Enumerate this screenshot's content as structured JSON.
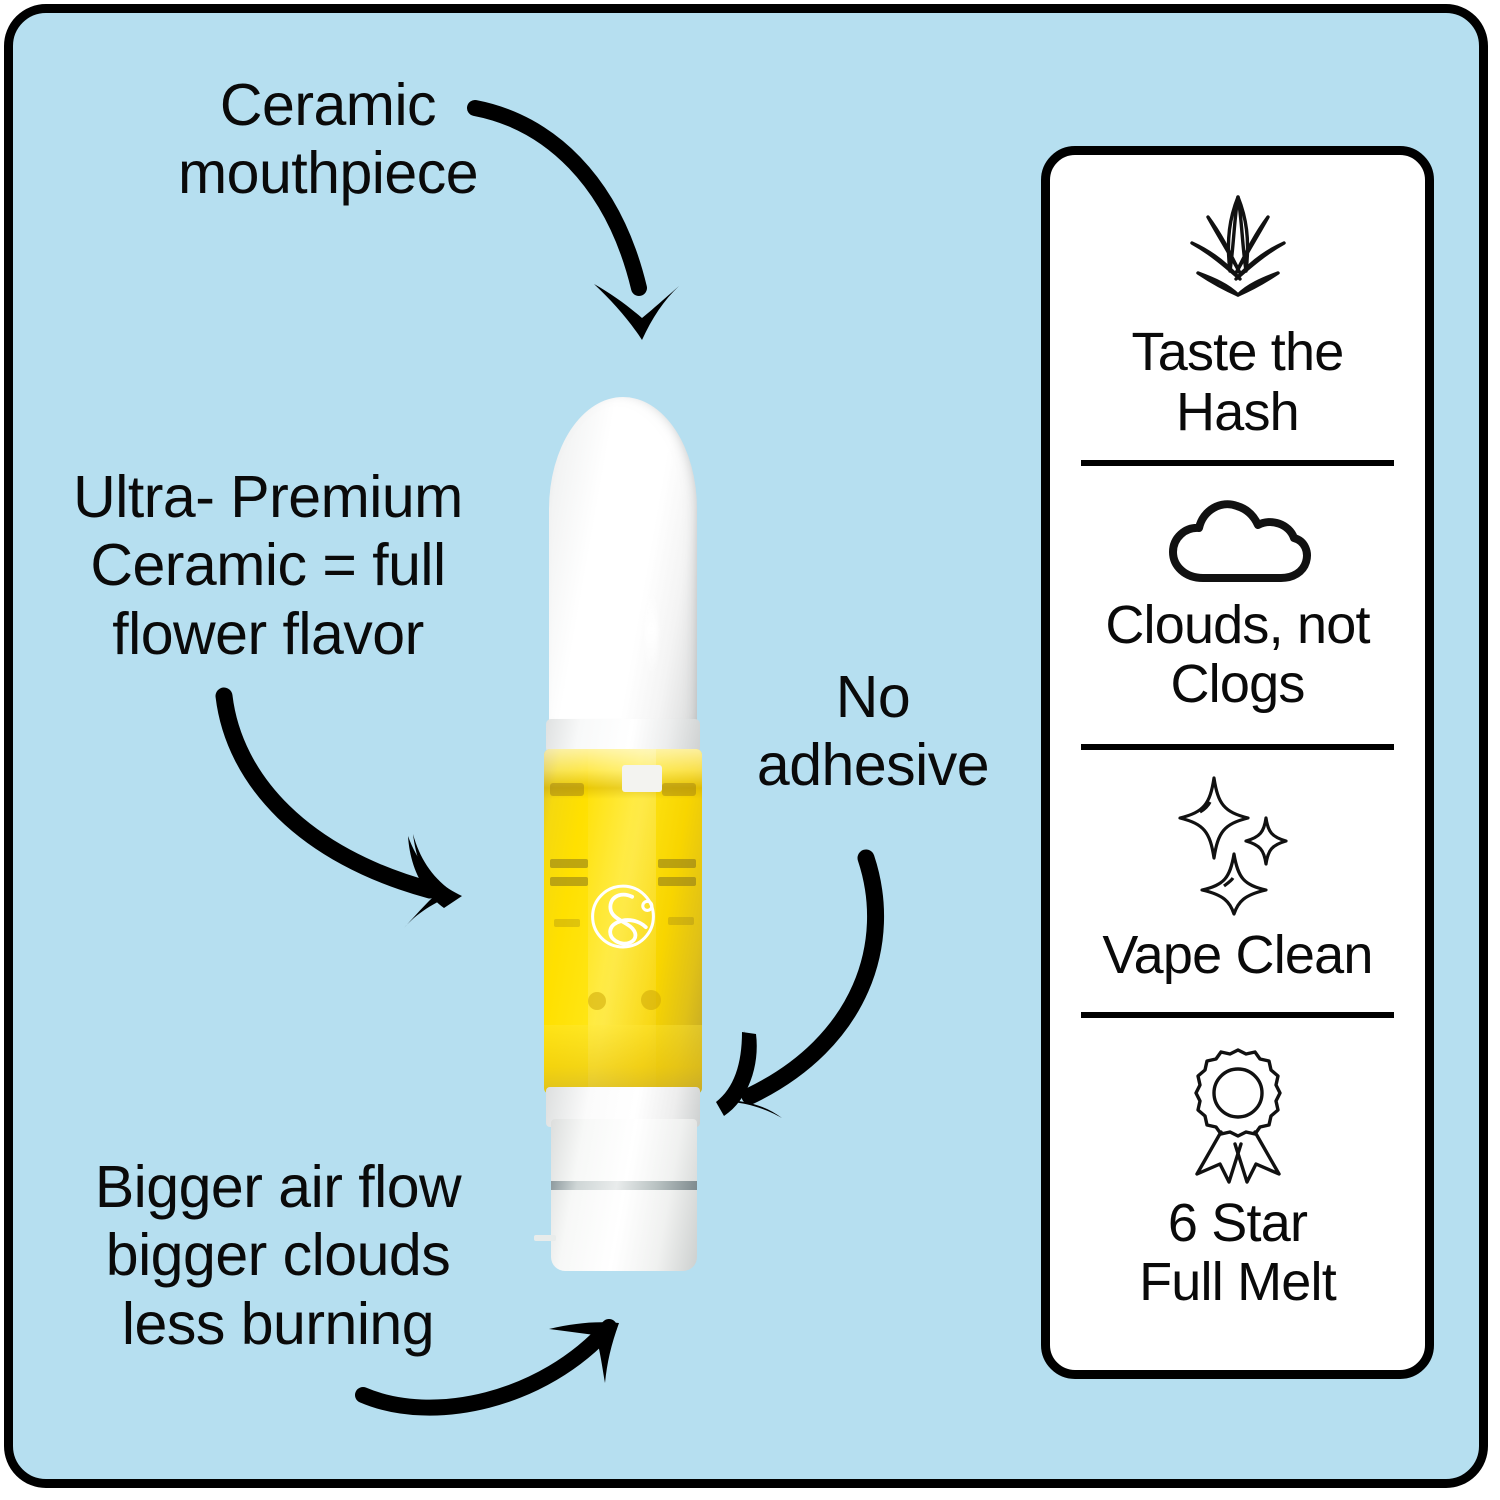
{
  "theme": {
    "background": "#b6dff0",
    "frame_border": "#000000",
    "panel_background": "#ffffff",
    "text": "#0a0a0a",
    "oil_color": "#ffe000",
    "ceramic_color": "#ffffff"
  },
  "annotations": [
    {
      "id": "ceramic-mouthpiece",
      "text": "Ceramic\nmouthpiece",
      "arrow": "curved-arrow-down-right"
    },
    {
      "id": "ultra-premium",
      "text": "Ultra- Premium\nCeramic = full\nflower flavor",
      "arrow": "curved-arrow-down-right"
    },
    {
      "id": "no-adhesive",
      "text": "No\nadhesive",
      "arrow": "curved-arrow-down-left"
    },
    {
      "id": "bigger-airflow",
      "text": "Bigger air flow\nbigger clouds\nless burning",
      "arrow": "curved-arrow-up-right"
    }
  ],
  "product": {
    "name": "vape-cartridge",
    "parts": {
      "mouthpiece": "ceramic-mouthpiece",
      "window": "glass-oil-chamber",
      "base": "ceramic-base"
    },
    "logo": "swirl-ampersand-logo"
  },
  "feature_panel": {
    "items": [
      {
        "icon": "cannabis-leaf-icon",
        "label": "Taste the\nHash"
      },
      {
        "icon": "cloud-icon",
        "label": "Clouds, not\nClogs"
      },
      {
        "icon": "sparkles-icon",
        "label": "Vape Clean"
      },
      {
        "icon": "award-ribbon-icon",
        "label": "6 Star\nFull Melt"
      }
    ]
  }
}
